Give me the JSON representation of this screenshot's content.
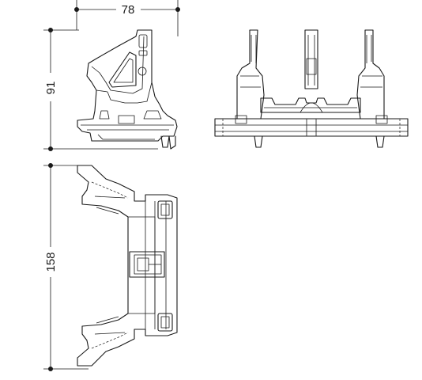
{
  "dimensions": {
    "width": "78",
    "height": "91",
    "depth": "158"
  },
  "colors": {
    "line": "#1a1a1a",
    "background": "#ffffff"
  }
}
